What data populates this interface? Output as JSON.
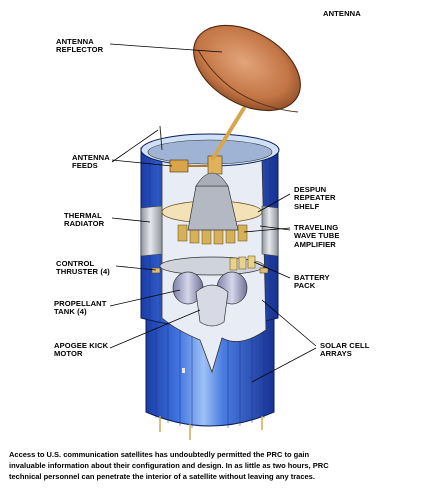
{
  "labels": {
    "antenna": "ANTENNA",
    "antenna_reflector": "ANTENNA\nREFLECTOR",
    "antenna_feeds": "ANTENNA\nFEEDS",
    "thermal_radiator": "THERMAL\nRADIATOR",
    "control_thruster": "CONTROL\nTHRUSTER (4)",
    "propellant_tank": "PROPELLANT\nTANK (4)",
    "apogee_kick_motor": "APOGEE KICK\nMOTOR",
    "despun_repeater_shelf": "DESPUN\nREPEATER\nSHELF",
    "traveling_wave_tube_amplifier": "TRAVELING\nWAVE TUBE\nAMPLIFIER",
    "battery_pack": "BATTERY\nPACK",
    "solar_cell_arrays": "SOLAR CELL\nARRAYS"
  },
  "caption": {
    "line1": "Access to U.S. communication satellites has undoubtedly permitted the PRC to gain",
    "line2": "invaluable information about their configuration and design. In as little as two hours, PRC",
    "line3": "technical personnel can penetrate the interior of a satellite without leaving any traces."
  },
  "colors": {
    "body_blue": "#2f5fd0",
    "dark_blue": "#1d3b9a",
    "reflector_copper": "#c67a4d",
    "gold": "#d9a54a",
    "gray": "#b9bcc2"
  }
}
